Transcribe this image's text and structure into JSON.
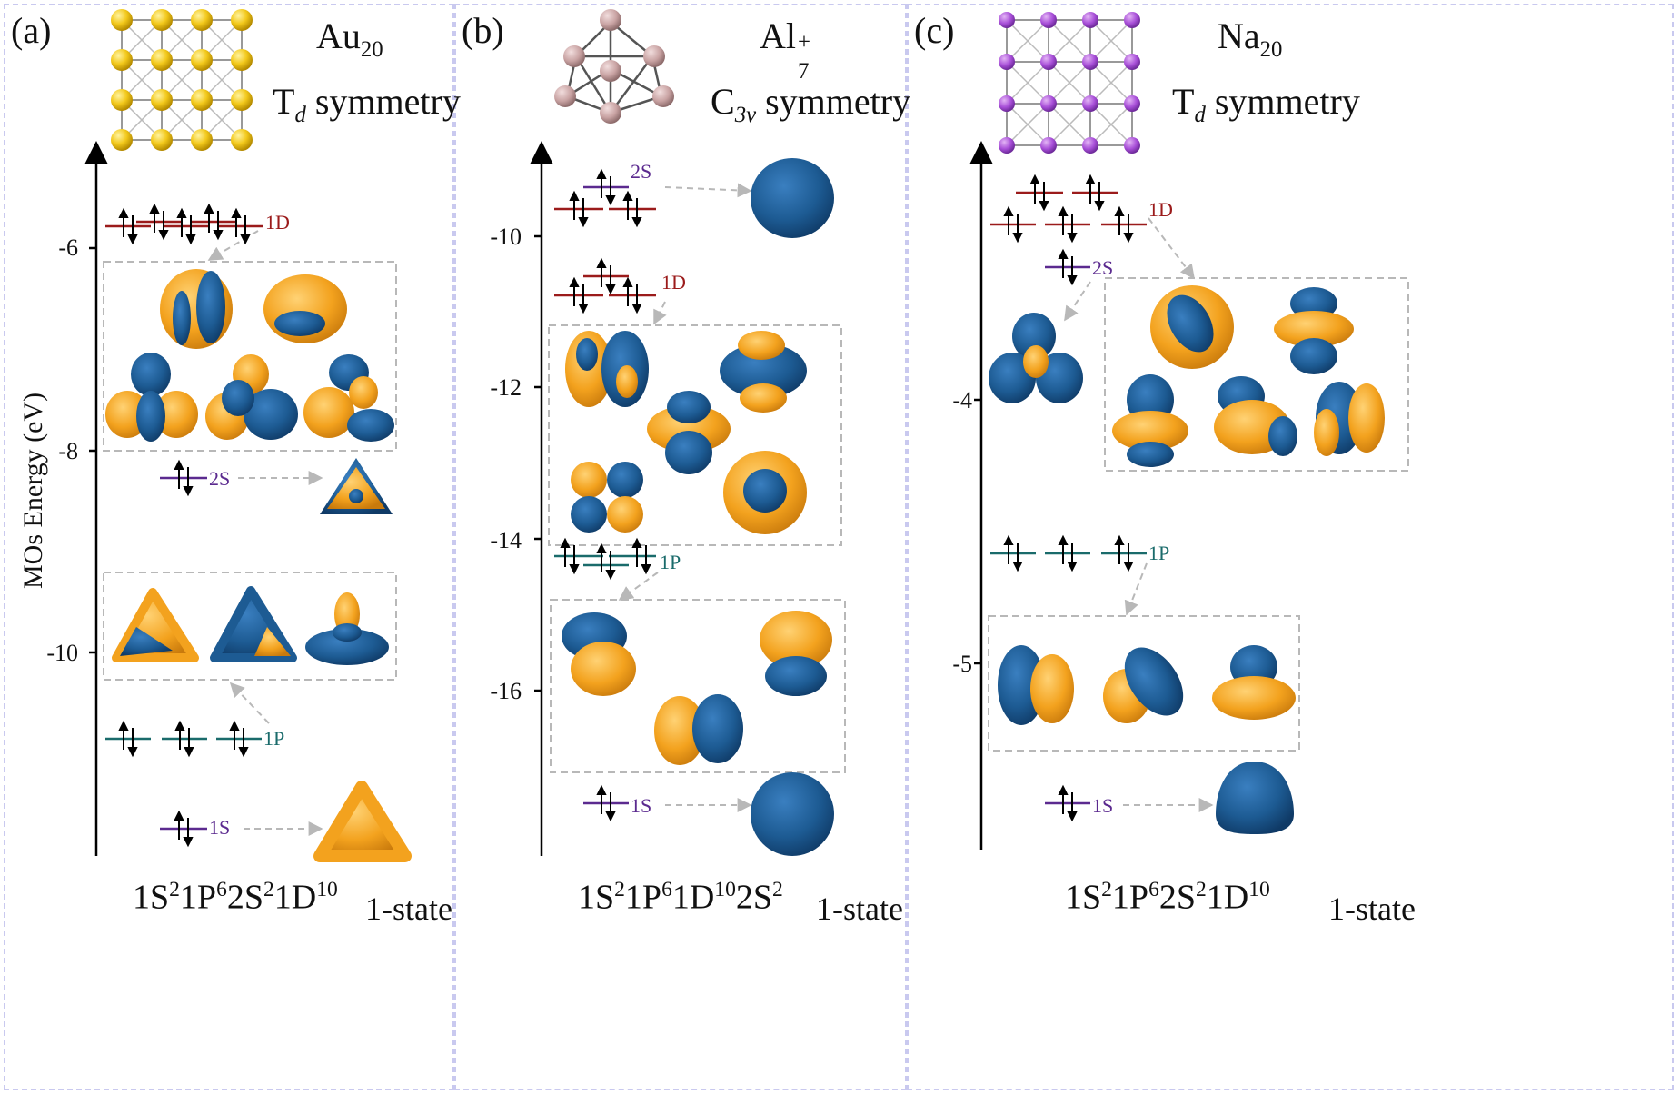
{
  "figure": {
    "y_axis_label": "MOs Energy (eV)",
    "colors": {
      "D": "#9b1b1b",
      "S": "#5b2a8f",
      "P": "#1a6b6b",
      "orbital_blue": "#1d5b93",
      "orbital_orange": "#f3a21e",
      "frame": "#c9c9ef",
      "box": "#b8b8b8"
    },
    "panels": [
      {
        "label": "(a)",
        "species": {
          "base": "Au",
          "sub": "20",
          "sup": ""
        },
        "symmetry": {
          "base": "T",
          "sub": "d",
          "rest": " symmetry"
        },
        "config": [
          "1S",
          "2",
          "1P",
          "6",
          "2S",
          "2",
          "1D",
          "10"
        ],
        "state": "1-state",
        "ticks": [
          "-6",
          "-8",
          "-10"
        ],
        "levels": [
          "1D",
          "2S",
          "1P",
          "1S"
        ],
        "cluster_icon": "gold-cluster-icon"
      },
      {
        "label": "(b)",
        "species": {
          "base": "Al",
          "sub": "7",
          "sup": "+"
        },
        "symmetry": {
          "base": "C",
          "sub": "3v",
          "rest": " symmetry"
        },
        "config": [
          "1S",
          "2",
          "1P",
          "6",
          "1D",
          "10",
          "2S",
          "2"
        ],
        "state": "1-state",
        "ticks": [
          "-10",
          "-12",
          "-14",
          "-16"
        ],
        "levels": [
          "2S",
          "1D",
          "1P",
          "1S"
        ],
        "cluster_icon": "aluminum-cluster-icon"
      },
      {
        "label": "(c)",
        "species": {
          "base": "Na",
          "sub": "20",
          "sup": ""
        },
        "symmetry": {
          "base": "T",
          "sub": "d",
          "rest": " symmetry"
        },
        "config": [
          "1S",
          "2",
          "1P",
          "6",
          "2S",
          "2",
          "1D",
          "10"
        ],
        "state": "1-state",
        "ticks": [
          "-4",
          "-5"
        ],
        "levels": [
          "1D",
          "2S",
          "1P",
          "1S"
        ],
        "cluster_icon": "sodium-cluster-icon"
      }
    ]
  }
}
